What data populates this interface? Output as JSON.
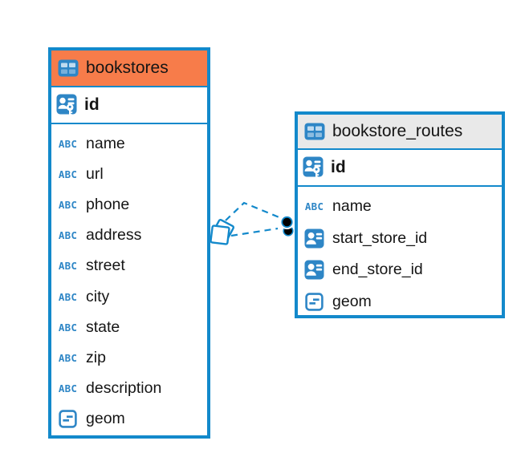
{
  "colors": {
    "accent_blue": "#1389CB",
    "header_orange": "#F77C4A",
    "header_gray": "#E9E9E9",
    "icon_blue": "#2E86C6",
    "text_color": "#151515",
    "relation_dot": "#000000"
  },
  "icons": {
    "abc_glyph": "ABC"
  },
  "tables": [
    {
      "name": "bookstores",
      "header_style": "orange",
      "primary_key": {
        "label": "id",
        "icon": "person-key-icon"
      },
      "columns": [
        {
          "label": "name",
          "type": "text"
        },
        {
          "label": "url",
          "type": "text"
        },
        {
          "label": "phone",
          "type": "text"
        },
        {
          "label": "address",
          "type": "text"
        },
        {
          "label": "street",
          "type": "text"
        },
        {
          "label": "city",
          "type": "text"
        },
        {
          "label": "state",
          "type": "text"
        },
        {
          "label": "zip",
          "type": "text"
        },
        {
          "label": "description",
          "type": "text"
        },
        {
          "label": "geom",
          "type": "geometry"
        }
      ]
    },
    {
      "name": "bookstore_routes",
      "header_style": "gray",
      "primary_key": {
        "label": "id",
        "icon": "person-key-icon"
      },
      "columns": [
        {
          "label": "name",
          "type": "text"
        },
        {
          "label": "start_store_id",
          "type": "reference"
        },
        {
          "label": "end_store_id",
          "type": "reference"
        },
        {
          "label": "geom",
          "type": "geometry"
        }
      ]
    }
  ],
  "relationship": {
    "from_table": "bookstore_routes",
    "to_table": "bookstores",
    "line_style": "dashed",
    "line_count": 2,
    "marker_near_routes": "stacked-black-dots",
    "marker_near_bookstores": "stacked-squares"
  }
}
